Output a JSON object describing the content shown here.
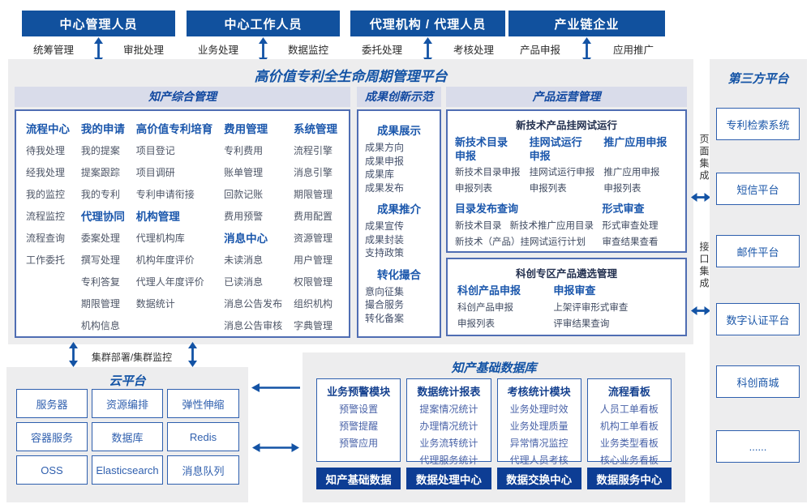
{
  "top_groups": [
    {
      "title": "中心管理人员",
      "left_label": "统筹管理",
      "right_label": "审批处理"
    },
    {
      "title": "中心工作人员",
      "left_label": "业务处理",
      "right_label": "数据监控"
    },
    {
      "title": "代理机构 / 代理人员",
      "left_label": "委托处理",
      "right_label": "考核处理"
    },
    {
      "title": "产业链企业",
      "left_label": "产品申报",
      "right_label": "应用推广"
    }
  ],
  "platform": {
    "title": "高价值专利全生命周期管理平台",
    "ip": {
      "title": "知产综合管理",
      "cols": [
        {
          "groups": [
            {
              "title": "流程中心",
              "items": [
                "待我处理",
                "经我处理",
                "我的监控",
                "流程监控",
                "流程查询",
                "工作委托"
              ]
            }
          ]
        },
        {
          "groups": [
            {
              "title": "我的申请",
              "items": [
                "我的提案",
                "提案跟踪",
                "我的专利"
              ]
            },
            {
              "title": "代理协同",
              "items": [
                "委案处理",
                "撰写处理",
                "专利答复",
                "期限管理",
                "机构信息"
              ]
            }
          ]
        },
        {
          "groups": [
            {
              "title": "高价值专利培育",
              "items": [
                "项目登记",
                "项目调研",
                "专利申请衔接"
              ]
            },
            {
              "title": "机构管理",
              "items": [
                "代理机构库",
                "机构年度评价",
                "代理人年度评价",
                "数据统计"
              ]
            }
          ]
        },
        {
          "groups": [
            {
              "title": "费用管理",
              "items": [
                "专利费用",
                "账单管理",
                "回款记账",
                "费用预警"
              ]
            },
            {
              "title": "消息中心",
              "items": [
                "未读消息",
                "已读消息",
                "消息公告发布",
                "消息公告审核"
              ]
            }
          ]
        },
        {
          "groups": [
            {
              "title": "系统管理",
              "items": [
                "流程引擎",
                "消息引擎",
                "期限管理",
                "费用配置",
                "资源管理",
                "用户管理",
                "权限管理",
                "组织机构",
                "字典管理"
              ]
            }
          ]
        }
      ]
    },
    "achv": {
      "title": "成果创新示范",
      "groups": [
        {
          "title": "成果展示",
          "items": [
            "成果方向",
            "成果申报",
            "成果库",
            "成果发布"
          ]
        },
        {
          "title": "成果推介",
          "items": [
            "成果宣传",
            "成果封装",
            "支持政策"
          ]
        },
        {
          "title": "转化撮合",
          "items": [
            "意向征集",
            "撮合服务",
            "转化备案"
          ]
        }
      ]
    },
    "ops": {
      "title": "产品运营管理",
      "box1": {
        "title": "新技术产品挂网试运行",
        "g1": {
          "title": "新技术目录申报",
          "items": [
            "新技术目录申报",
            "申报列表"
          ]
        },
        "g2": {
          "title": "挂网试运行申报",
          "items": [
            "挂网试运行申报",
            "申报列表"
          ]
        },
        "g3": {
          "title": "推广应用申报",
          "items": [
            "推广应用申报",
            "申报列表"
          ]
        },
        "g4": {
          "title": "目录发布查询",
          "items": [
            "新技术目录",
            "新技术推广应用目录",
            "新技术（产品）挂网试运行计划"
          ]
        },
        "g5": {
          "title": "形式审查",
          "items": [
            "形式审查处理",
            "审查结果查看"
          ]
        }
      },
      "box2": {
        "title": "科创专区产品遴选管理",
        "g1": {
          "title": "科创产品申报",
          "items": [
            "科创产品申报",
            "申报列表"
          ]
        },
        "g2": {
          "title": "申报审查",
          "items": [
            "上架评审形式审查",
            "评审结果查询"
          ]
        }
      }
    }
  },
  "integration": {
    "page": "页面集成",
    "api": "接口集成"
  },
  "third_party": {
    "title": "第三方平台",
    "items": [
      "专利检索系统",
      "短信平台",
      "邮件平台",
      "数字认证平台",
      "科创商城",
      "......"
    ]
  },
  "cluster_label": "集群部署/集群监控",
  "cloud": {
    "title": "云平台",
    "items": [
      "服务器",
      "资源编排",
      "弹性伸缩",
      "容器服务",
      "数据库",
      "Redis",
      "OSS",
      "Elasticsearch",
      "消息队列"
    ]
  },
  "database": {
    "title": "知产基础数据库",
    "columns": [
      {
        "title": "业务预警模块",
        "items": [
          "预警设置",
          "预警提醒",
          "预警应用"
        ],
        "footer": "知产基础数据"
      },
      {
        "title": "数据统计报表",
        "items": [
          "提案情况统计",
          "办理情况统计",
          "业务流转统计",
          "代理服务统计"
        ],
        "footer": "数据处理中心"
      },
      {
        "title": "考核统计模块",
        "items": [
          "业务处理时效",
          "业务处理质量",
          "异常情况监控",
          "代理人员考核"
        ],
        "footer": "数据交换中心"
      },
      {
        "title": "流程看板",
        "items": [
          "人员工单看板",
          "机构工单看板",
          "业务类型看板",
          "核心业务看板"
        ],
        "footer": "数据服务中心"
      }
    ]
  },
  "colors": {
    "primary_blue": "#11519e",
    "accent_blue": "#1353a5",
    "dark_button": "#0d3d94"
  }
}
